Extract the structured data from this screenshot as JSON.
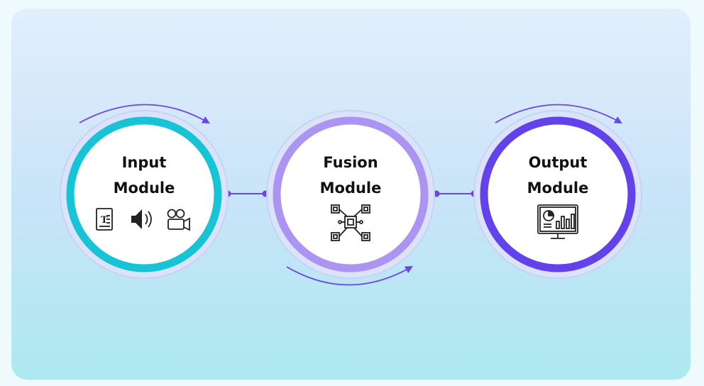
{
  "modules": [
    {
      "id": "input",
      "line1": "Input",
      "line2": "Module",
      "ring_color": "#17c4d6",
      "icons": [
        "text-document-icon",
        "speaker-icon",
        "video-camera-icon"
      ]
    },
    {
      "id": "fusion",
      "line1": "Fusion",
      "line2": "Module",
      "ring_color": "#ac94f2",
      "icons": [
        "circuit-fusion-icon"
      ]
    },
    {
      "id": "output",
      "line1": "Output",
      "line2": "Module",
      "ring_color": "#6242ea",
      "icons": [
        "analytics-monitor-icon"
      ]
    }
  ],
  "colors": {
    "arrow": "#6a44e8",
    "connector": "#6a44e8",
    "outer_ring": "#c8d2f2",
    "circle_fill": "#ffffff",
    "icon": "#222222"
  }
}
